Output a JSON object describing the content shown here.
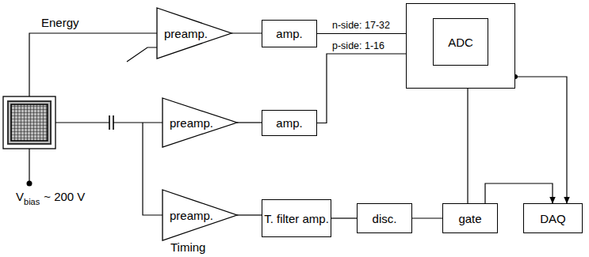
{
  "diagram": {
    "nodes": [
      {
        "text": [
          "preamp."
        ]
      },
      {
        "text": [
          "amp."
        ]
      },
      {
        "text": []
      },
      {
        "text": [
          "ADC"
        ],
        "in": 2
      },
      {
        "text": [
          "preamp."
        ]
      },
      {
        "text": [
          "amp."
        ]
      },
      {
        "text": [
          "preamp."
        ]
      },
      {
        "text": [
          "T. filter amp."
        ]
      },
      {
        "text": [
          "disc."
        ]
      },
      {
        "text": [
          "gate"
        ]
      },
      {
        "text": [
          "DAQ"
        ]
      }
    ],
    "edges": [
      {
        "from": 0,
        "to": 1,
        "arrow": "none"
      },
      {
        "from": 1,
        "to": 3,
        "label": "n-side: 17-32",
        "arrow": "to"
      },
      {
        "from": 4,
        "to": 5,
        "arrow": "none"
      },
      {
        "from": 5,
        "to": 3,
        "label": "p-side: 1-16",
        "arrow": "to"
      },
      {
        "from": 6,
        "to": 7,
        "arrow": "none"
      },
      {
        "from": 7,
        "to": 8,
        "arrow": "none"
      },
      {
        "from": 8,
        "to": 9,
        "arrow": "none"
      },
      {
        "from": 9,
        "to": 3,
        "arrow": "to"
      },
      {
        "from": 9,
        "to": 10,
        "arrow": "to"
      },
      {
        "from": 2,
        "to": 10,
        "arrow": "to"
      }
    ],
    "labels": [
      "Energy",
      "V",
      "bias",
      "~ 200 V",
      "Timing"
    ]
  }
}
